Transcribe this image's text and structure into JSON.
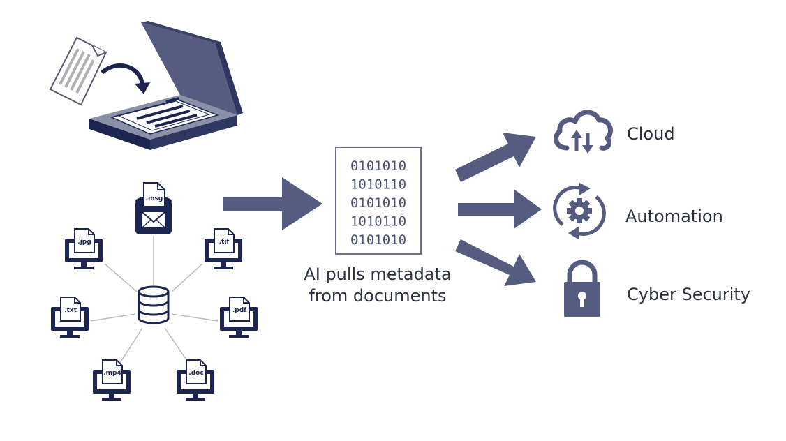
{
  "colors": {
    "navy": "#1b2550",
    "slate": "#545c7f",
    "slate_light": "#8a90a8",
    "line_gray": "#b9bcc8",
    "paper_line": "#b0b0b0",
    "text": "#2b2f3e"
  },
  "scanner": {
    "icon": "scanner-icon",
    "document_icon": "document-icon",
    "arrow_icon": "curved-arrow-icon"
  },
  "database": {
    "icon": "database-icon"
  },
  "email_source": {
    "ext": ".msg",
    "icon": "envelope-icon"
  },
  "sources": [
    {
      "ext": ".jpg",
      "icon": "monitor-file-icon"
    },
    {
      "ext": ".tif",
      "icon": "monitor-file-icon"
    },
    {
      "ext": ".txt",
      "icon": "monitor-file-icon"
    },
    {
      "ext": ".pdf",
      "icon": "monitor-file-icon"
    },
    {
      "ext": ".mp4",
      "icon": "monitor-file-icon"
    },
    {
      "ext": ".doc",
      "icon": "monitor-file-icon"
    }
  ],
  "binary_box": {
    "lines": [
      "0101010",
      "1010110",
      "0101010",
      "1010110",
      "0101010"
    ]
  },
  "caption": {
    "line1": "AI pulls metadata",
    "line2": "from documents"
  },
  "outputs": [
    {
      "label": "Cloud",
      "icon": "cloud-sync-icon"
    },
    {
      "label": "Automation",
      "icon": "automation-gear-icon"
    },
    {
      "label": "Cyber Security",
      "icon": "padlock-icon"
    }
  ]
}
